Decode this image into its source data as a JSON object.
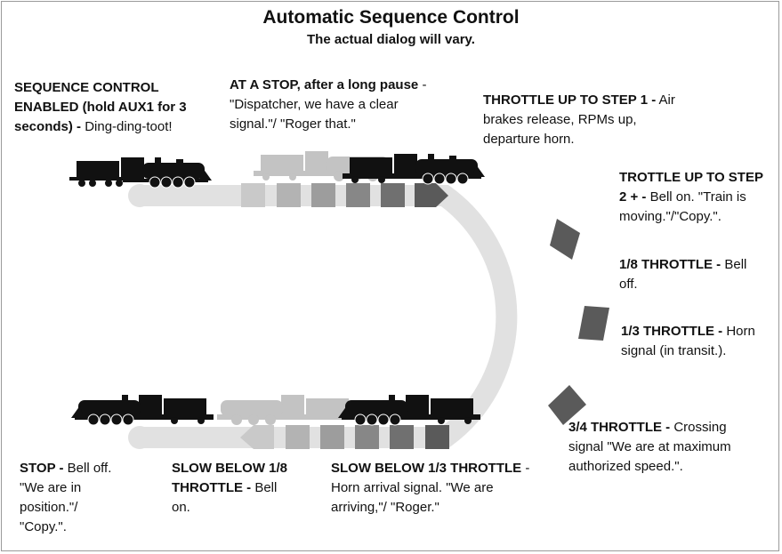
{
  "title": "Automatic Sequence Control",
  "subtitle": "The actual dialog will vary.",
  "labels": [
    {
      "bold": "SEQUENCE CONTROL ENABLED (hold AUX1 for 3 seconds) -",
      "text": "Ding-ding-toot!"
    },
    {
      "bold": "AT A STOP, after a long pause",
      "text": "- \"Dispatcher, we have a clear signal.\"/ \"Roger that.\""
    },
    {
      "bold": "THROTTLE UP TO STEP 1 -",
      "text": "Air brakes release, RPMs up, departure horn."
    },
    {
      "bold": "TROTTLE UP TO STEP 2 + -",
      "text": "Bell on. \"Train is moving.\"/\"Copy.\"."
    },
    {
      "bold": "1/8 THROTTLE -",
      "text": "Bell off."
    },
    {
      "bold": "1/3 THROTTLE -",
      "text": "Horn signal (in transit.)."
    },
    {
      "bold": "3/4 THROTTLE -",
      "text": "Crossing signal \"We are at maximum authorized speed.\"."
    },
    {
      "bold": "STOP -",
      "text": "Bell off. \"We are in position.\"/ \"Copy.\"."
    },
    {
      "bold": "SLOW BELOW 1/8 THROTTLE -",
      "text": "Bell on."
    },
    {
      "bold": "SLOW BELOW 1/3 THROTTLE",
      "text": "- Horn arrival signal. \"We are arriving,\"/ \"Roger.\""
    }
  ],
  "colors": {
    "track": "#e1e1e1",
    "arrow_dark": "#5a5a5a",
    "locomotive": "#111111",
    "frame": "#9a9a9a"
  }
}
